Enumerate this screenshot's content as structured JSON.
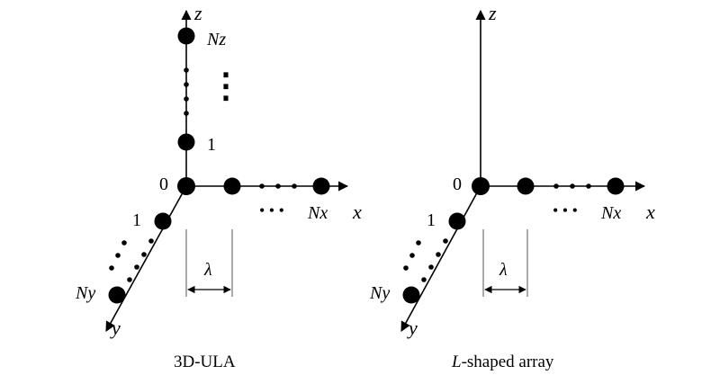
{
  "diagrams": [
    {
      "caption": "3D-ULA",
      "caption_parts": [
        {
          "text": "3D-ULA",
          "italic": false
        }
      ],
      "axes": {
        "x": "x",
        "y": "y",
        "z": "z"
      },
      "origin_label": "0",
      "x_axis": {
        "element_label": "Nx",
        "continuation": "• • •"
      },
      "y_axis": {
        "first_label": "1",
        "element_label": "Ny",
        "continuation": "• • •"
      },
      "z_axis": {
        "first_label": "1",
        "element_label": "Nz",
        "continuation": "⋮"
      },
      "spacing_label": "λ"
    },
    {
      "caption": "L-shaped array",
      "caption_parts": [
        {
          "text": "L",
          "italic": true
        },
        {
          "text": "-shaped array",
          "italic": false
        }
      ],
      "axes": {
        "x": "x",
        "y": "y",
        "z": "z"
      },
      "origin_label": "0",
      "x_axis": {
        "element_label": "Nx",
        "continuation": "• • •"
      },
      "y_axis": {
        "first_label": "1",
        "element_label": "Ny",
        "continuation": "• • •"
      }
    }
  ]
}
